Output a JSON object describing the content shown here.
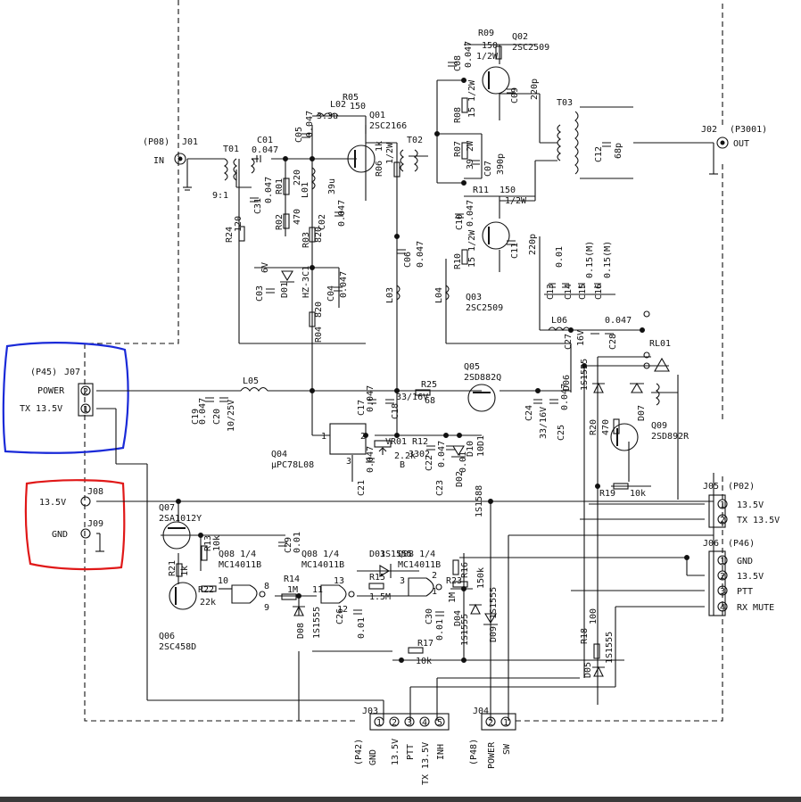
{
  "ports": {
    "p08": "(P08)",
    "j01": "J01",
    "in": "IN",
    "j02": "J02",
    "p3001": "(P3001)",
    "out": "OUT",
    "p45": "(P45)",
    "j07": "J07",
    "power": "POWER",
    "tx135": "TX 13.5V",
    "j08_v": "13.5V",
    "j08": "J08",
    "j09": "J09",
    "gnd": "GND",
    "j05": "J05",
    "p02": "(P02)",
    "j05_1": "13.5V",
    "j05_2": "TX 13.5V",
    "j06": "J06",
    "p46": "(P46)",
    "j06_1": "GND",
    "j06_2": "13.5V",
    "j06_3": "PTT",
    "j06_4": "RX MUTE",
    "j03": "J03",
    "p42": "(P42)",
    "j03_gnd": "GND",
    "j03_135": "13.5V",
    "j03_ptt": "PTT",
    "j03_tx": "TX 13.5V",
    "j03_inh": "INH",
    "j04": "J04",
    "p48": "(P48)",
    "j04_power": "POWER",
    "j04_sw": "SW",
    "pin1": "1",
    "pin2": "2",
    "pin3": "3",
    "pin4": "4",
    "pin5": "5",
    "rl01": "RL01"
  },
  "parts": {
    "t01": "T01",
    "t01_ratio": "9:1",
    "t02": "T02",
    "t03": "T03",
    "c01": "C01",
    "c01_v": "0.047",
    "c02": "C02",
    "c02_v": "0.047",
    "c03": "C03",
    "c03_v": "6V",
    "c04": "C04",
    "c04_v": "0.047",
    "c05": "C05",
    "c05_v": "0.047",
    "c06": "C06",
    "c06_v": "0.047",
    "c07": "C07",
    "c07_v": "390p",
    "c08": "C08",
    "c08_v": "0.047",
    "c09": "C09",
    "c09_v": "220p",
    "c10": "C10",
    "c10_v": "0.047",
    "c11": "C11",
    "c11_v": "220p",
    "c12": "C12",
    "c12_v": "68p",
    "c13": "C13",
    "c13_v": "0.01",
    "c14": "C14",
    "c15": "C15",
    "c15_v": "0.15(M)",
    "c16": "C16",
    "c16_v": "0.15(M)",
    "c17": "C17",
    "c17_v": "0.047",
    "c18": "C18",
    "c18_v": "33/16V",
    "c19": "C19",
    "c19_v": "0.047",
    "c20": "C20",
    "c20_v": "10/25V",
    "c21": "C21",
    "c21_v": "0.047",
    "c22": "C22",
    "c22_v": "0.047",
    "c23": "C23",
    "c23_v": "0.01",
    "c24": "C24",
    "c24_v": "33/16V",
    "c25": "C25",
    "c25_v": "0.047",
    "c26": "C26",
    "c26_v": "0.01",
    "c27": "C27",
    "c27_v": "16V",
    "c28": "C28",
    "c28_v": "0.047",
    "c29": "C29",
    "c29_v": "0.01",
    "c30": "C30",
    "c30_v": "0.01",
    "c31": "C31",
    "c31_v": "0.047",
    "r01": "R01",
    "r01_v": "220",
    "r02": "R02",
    "r02_v": "470",
    "r03": "R03",
    "r03_v": "820",
    "r04": "R04",
    "r04_v": "820",
    "r05": "R05",
    "r05_v": "150",
    "r06": "R06",
    "r06_v": "1k",
    "r06_w": "1/2W",
    "r07": "R07",
    "r07_v": "39",
    "r07_w": "2W",
    "r08": "R08",
    "r08_v": "15 1/2W",
    "r09": "R09",
    "r09_v": "150",
    "r09_w": "1/2W",
    "r10": "R10",
    "r10_v": "15 1/2W",
    "r11": "R11",
    "r11_v": "150",
    "r11_w": "1/2W",
    "r12": "R12",
    "r12_v": "3302",
    "r13": "R13",
    "r13_v": "10k",
    "r14": "R14",
    "r14_v": "1M",
    "r15": "R15",
    "r15_v": "1.5M",
    "r16": "R16",
    "r16_v": "150k",
    "r17": "R17",
    "r17_v": "10k",
    "r18": "R18",
    "r18_v": "100",
    "r19": "R19",
    "r19_v": "10k",
    "r20": "R20",
    "r20_v": "470",
    "r21": "R21",
    "r21_v": "1k",
    "r22": "R22",
    "r22_v": "22k",
    "r23": "R23",
    "r23_v": "1M",
    "r24": "R24",
    "r24_v": "120",
    "r25": "R25",
    "r25_v": "68",
    "l01": "L01",
    "l01_v": "39u",
    "l02": "L02",
    "l02_v": "3.3u",
    "l03": "L03",
    "l04": "L04",
    "l05": "L05",
    "l06": "L06",
    "vr01": "VR01",
    "vr01_v": "2.2k",
    "vr01_b": "B",
    "d01": "D01",
    "d01_v": "HZ-3C1",
    "d02": "D02",
    "d02_v": "1S1588",
    "d03": "D03",
    "d03_v": "1S1555",
    "d04": "D04",
    "d04_v": "1S1555",
    "d05": "D05",
    "d05_v": "1S1555",
    "d06": "D06",
    "d06_v": "1S1555",
    "d07": "D07",
    "d08": "D08",
    "d08_v": "1S1555",
    "d09": "D09",
    "d09_v": "1S1555",
    "d10": "D10",
    "d10_v": "10D1",
    "q01": "Q01",
    "q01_v": "2SC2166",
    "q02": "Q02",
    "q02_v": "2SC2509",
    "q03": "Q03",
    "q03_v": "2SC2509",
    "q04": "Q04",
    "q04_v": "µPC78L08",
    "q05": "Q05",
    "q05_v": "2SD882Q",
    "q06": "Q06",
    "q06_v": "2SC458D",
    "q07": "Q07",
    "q07_v": "2SA1012Y",
    "q08a": "Q08 1/4",
    "q08b": "Q08 1/4",
    "q08c": "Q08 1/4",
    "q08_v": "MC14011B",
    "q09": "Q09",
    "q09_v": "2SD892R",
    "p1": "1",
    "p2": "2",
    "p3": "3",
    "p8": "8",
    "p9": "9",
    "p10": "10",
    "p11": "11",
    "p12": "12",
    "p13": "13"
  },
  "colors": {
    "ink": "#111111",
    "power_box": "#1a2ad8",
    "gnd_box": "#e01818"
  }
}
